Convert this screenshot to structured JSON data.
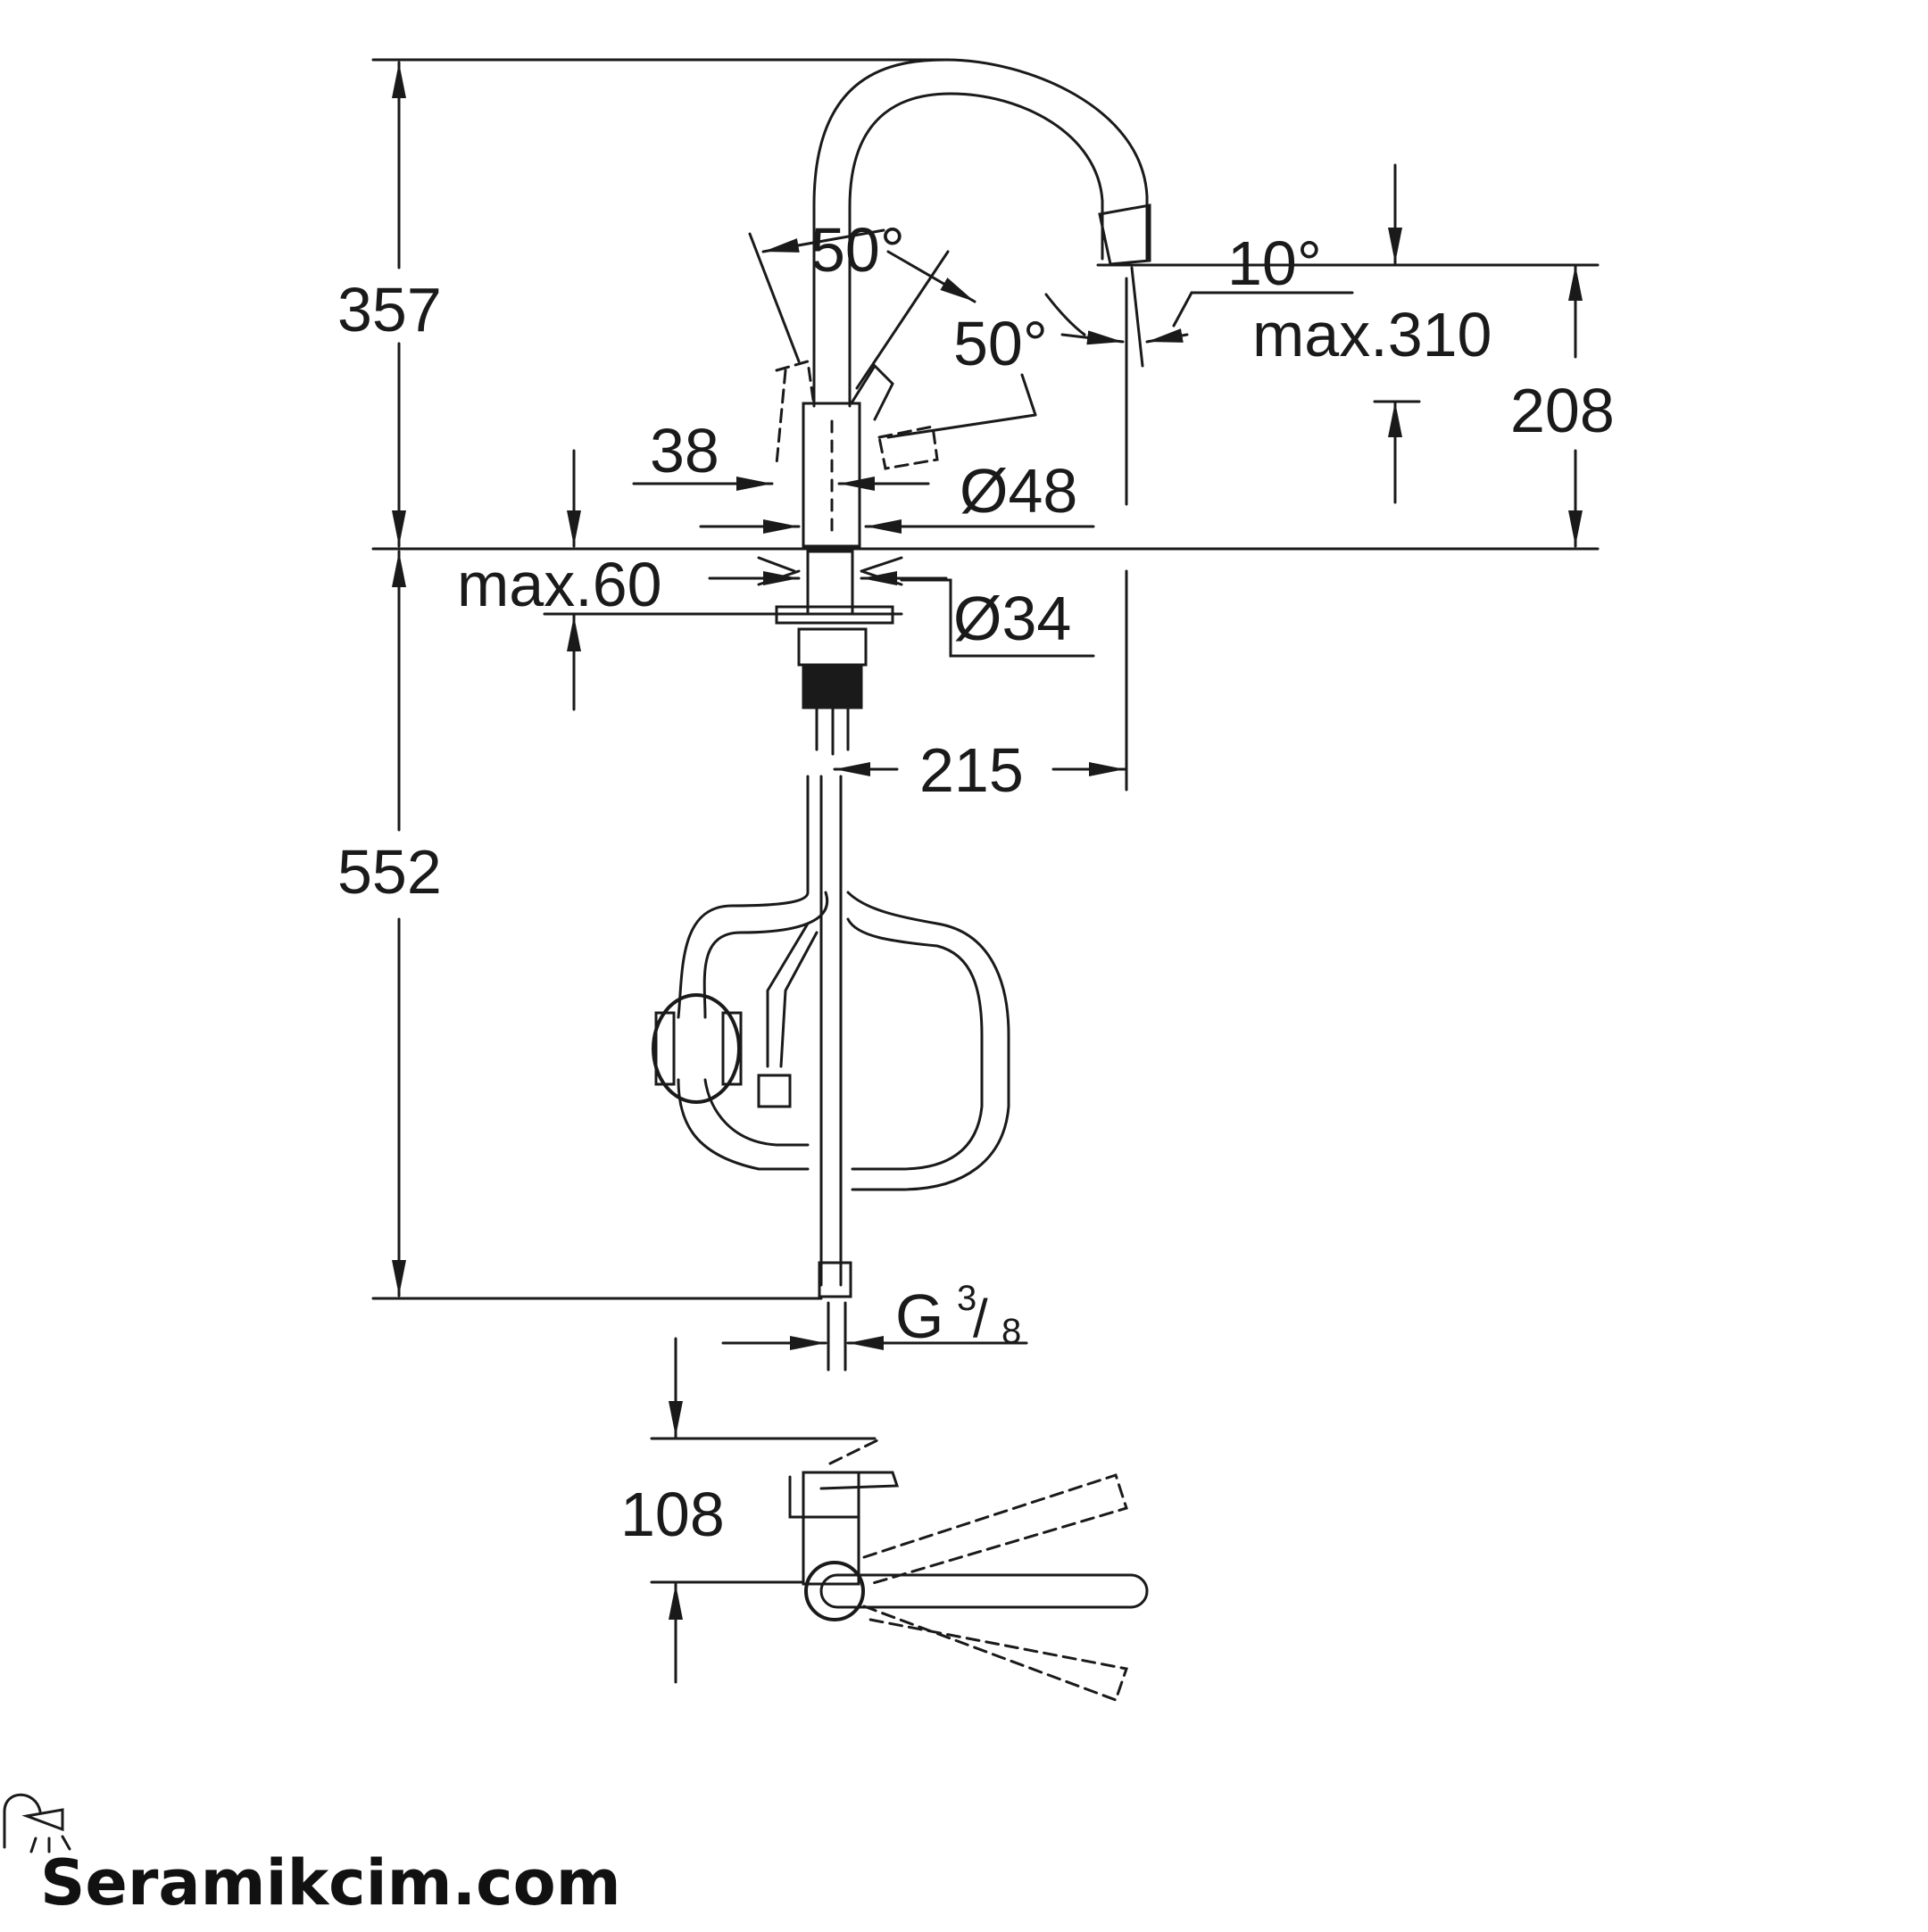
{
  "dimensions": {
    "h357": "357",
    "ang50_top": "50°",
    "ang10": "10°",
    "ang50_right": "50°",
    "max310": "max.310",
    "h208": "208",
    "d38": "38",
    "dia48": "Ø48",
    "max60": "max.60",
    "dia34": "Ø34",
    "reach215": "215",
    "h552": "552",
    "g": "G",
    "g_num": "3",
    "g_den": "8",
    "h108": "108"
  },
  "brand": {
    "name": "Seramikcim.com",
    "icon": "shower-head-icon"
  },
  "colors": {
    "line": "#1a1a1a",
    "background": "#ffffff"
  }
}
